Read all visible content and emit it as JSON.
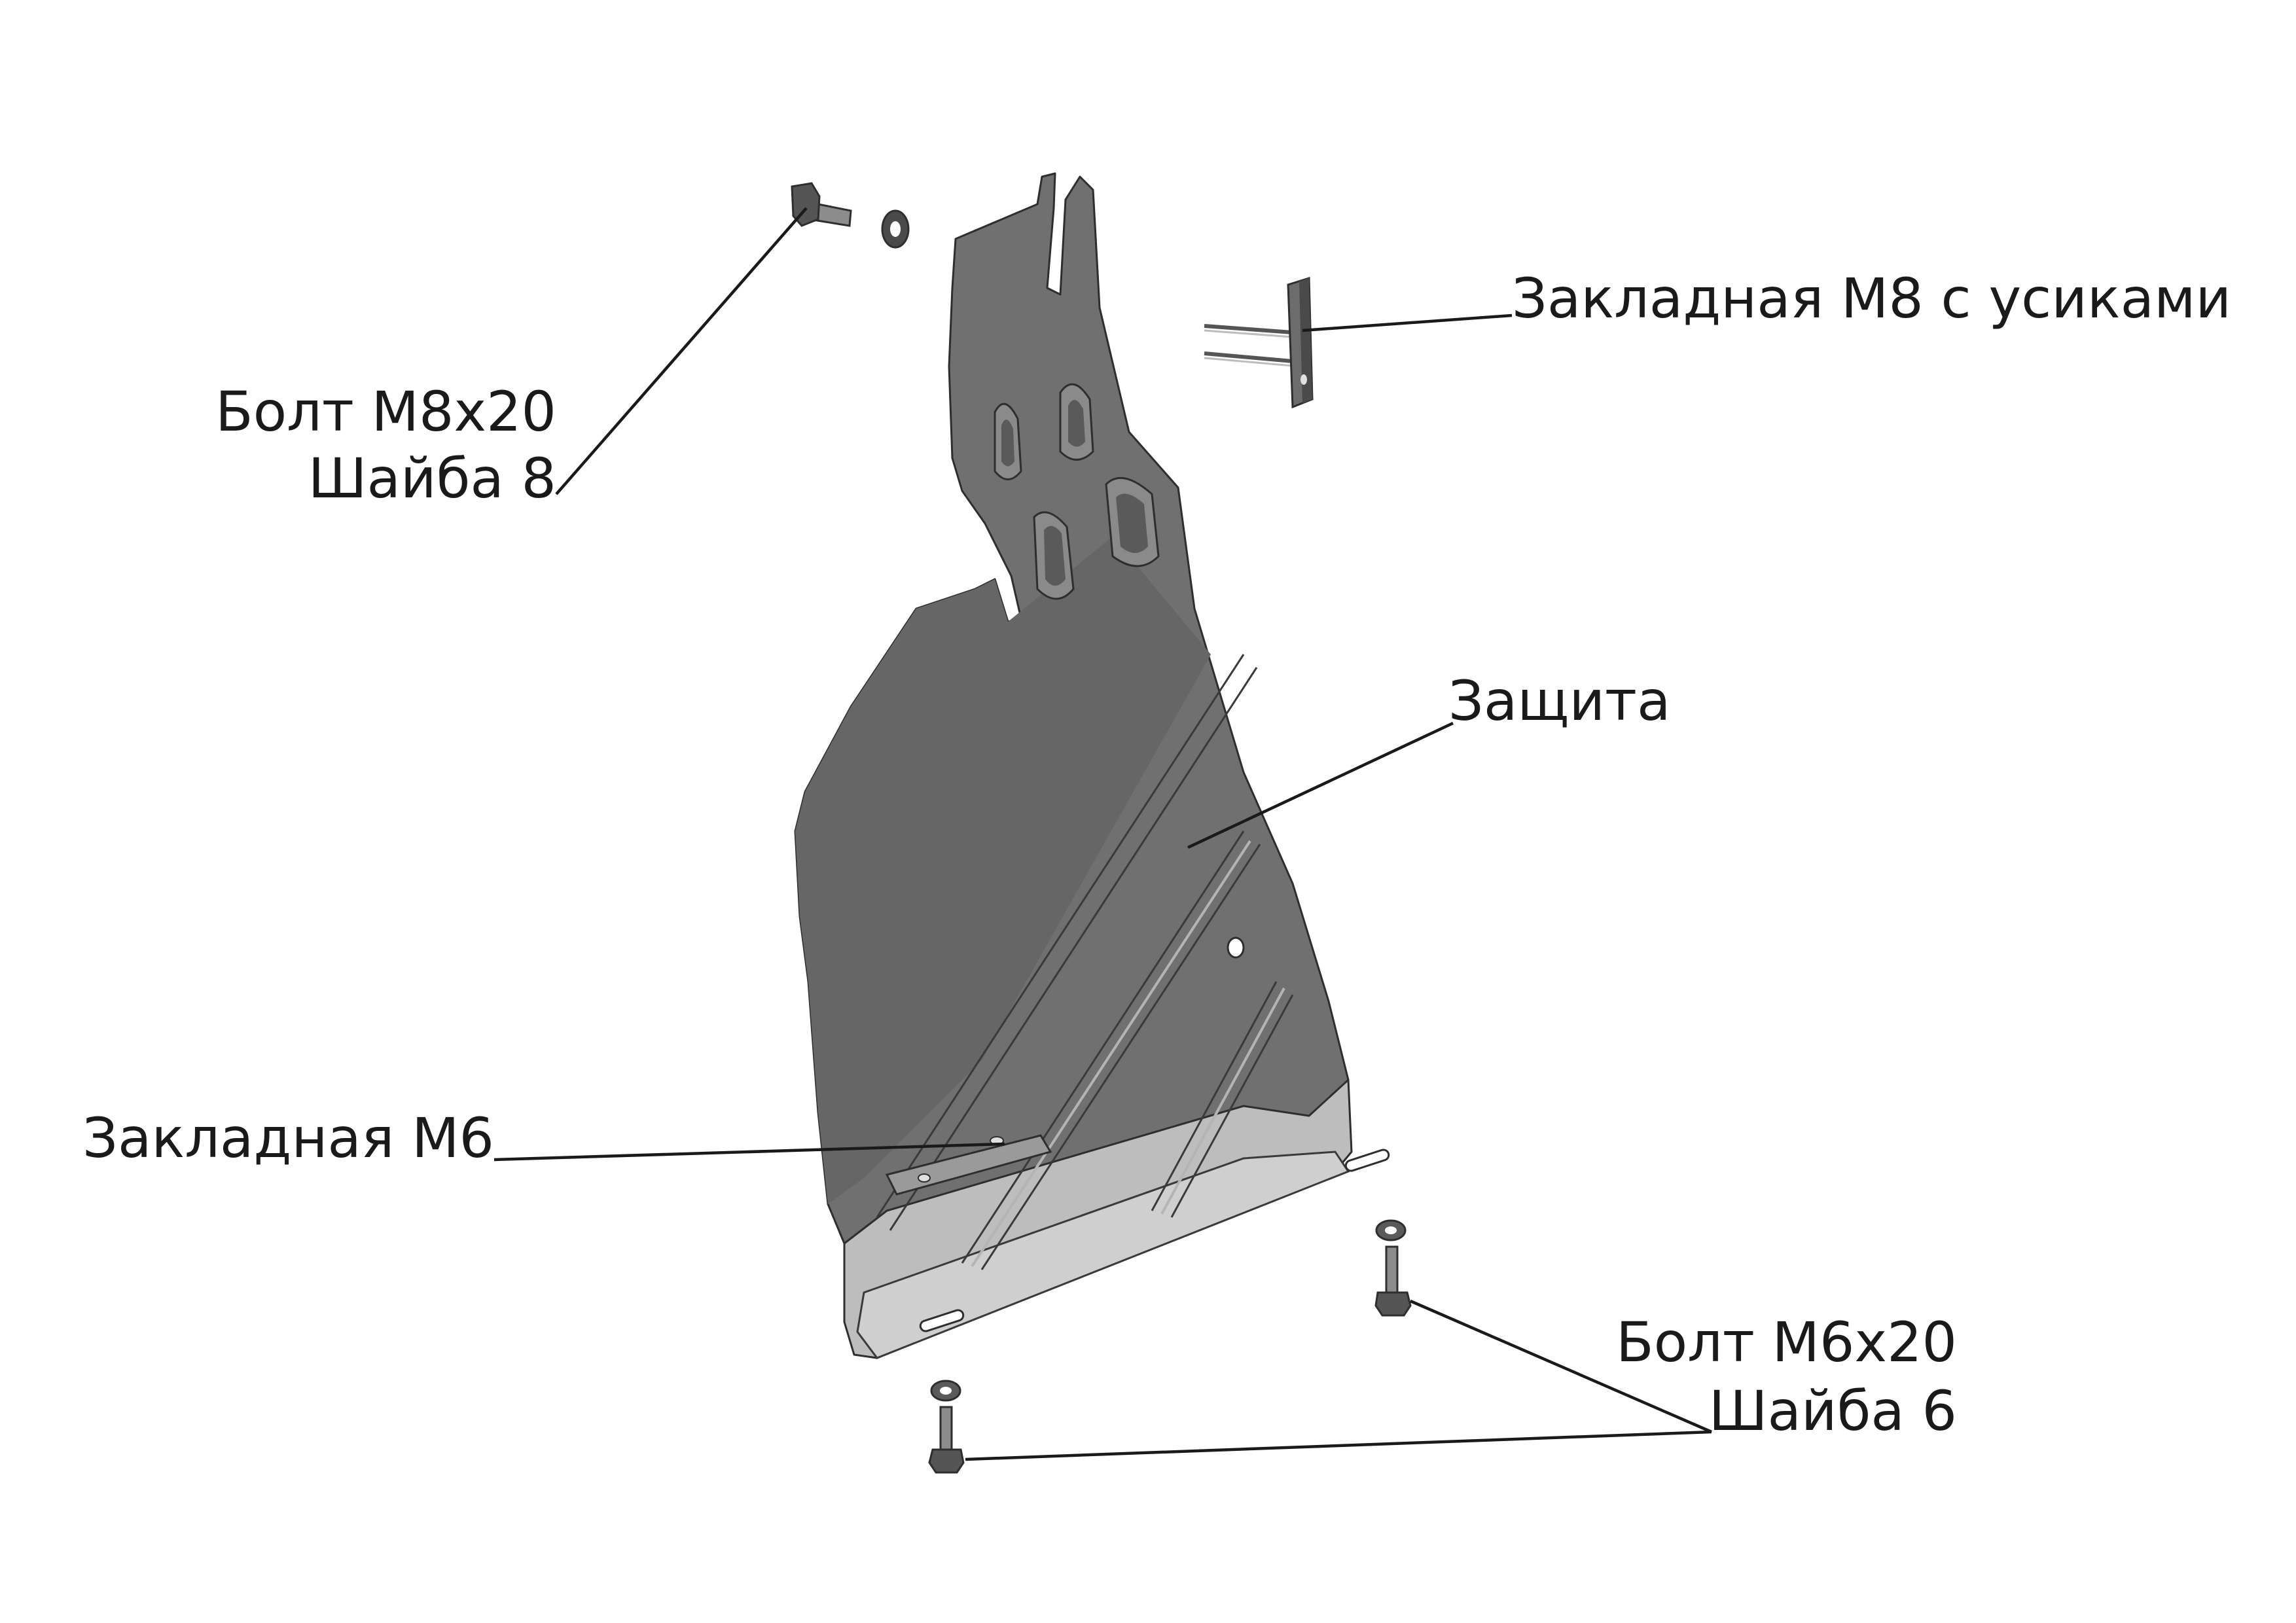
{
  "labels": {
    "bolt_m8": {
      "line1": "Болт М8х20",
      "line2": "Шайба 8"
    },
    "insert_m8": "Закладная М8 с усиками",
    "guard": "Защита",
    "insert_m6": "Закладная М6",
    "bolt_m6": {
      "line1": "Болт М6х20",
      "line2": "Шайба 6"
    }
  },
  "colors": {
    "plate": "#6f6f6f",
    "plate_flange": "#bdbdbd",
    "hardware": "#4a4a4a",
    "line": "#1a1a1a"
  }
}
